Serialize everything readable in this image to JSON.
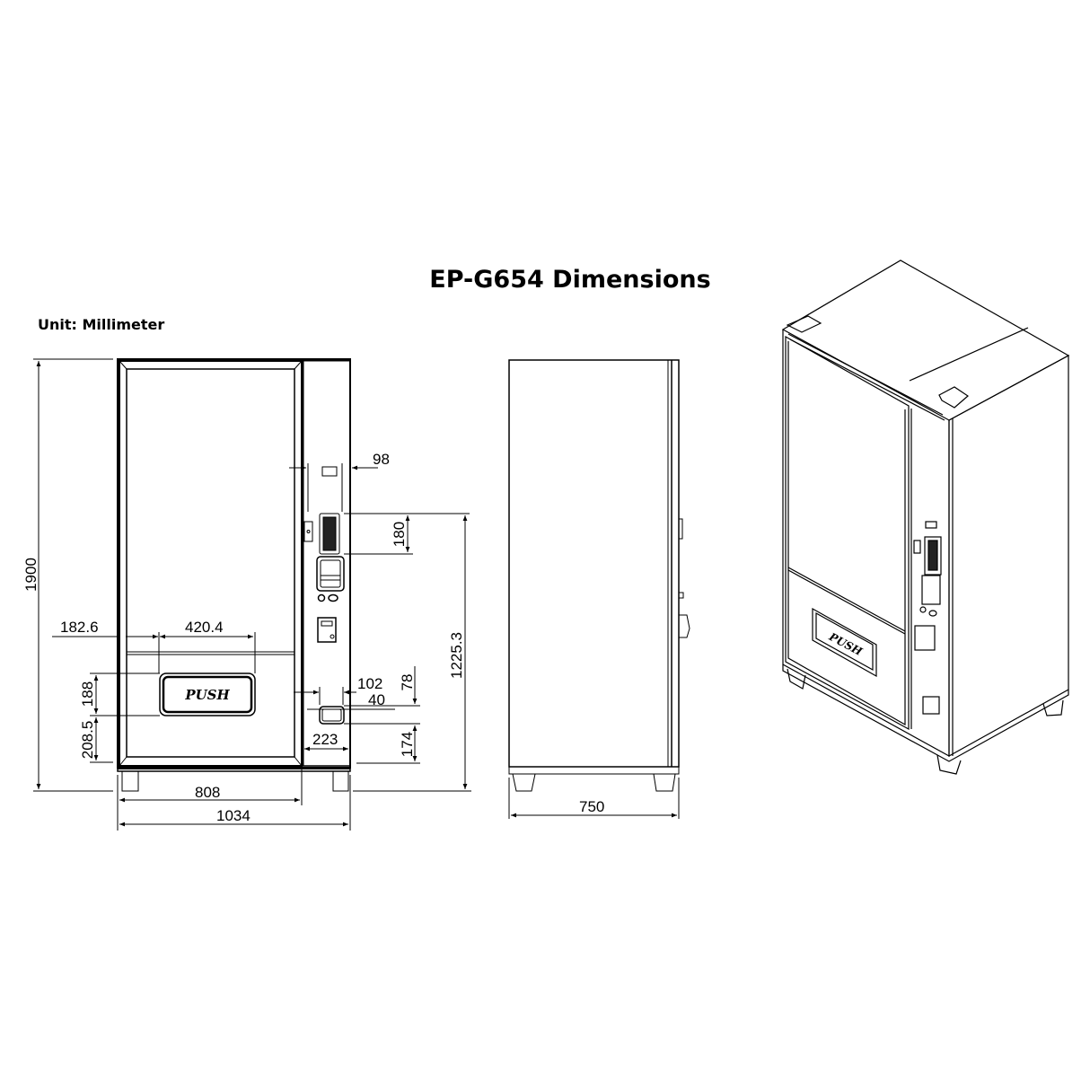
{
  "title": "EP-G654 Dimensions",
  "unit_label": "Unit: Millimeter",
  "front_view": {
    "push_label": "PUSH",
    "dimensions": {
      "height_total": "1900",
      "width_total": "1034",
      "door_width": "808",
      "panel_width": "98",
      "keypad_height": "180",
      "keypad_top_height": "1225.3",
      "push_left_offset": "182.6",
      "push_width": "420.4",
      "push_height": "188",
      "push_bottom_offset": "208.5",
      "coin_return_width": "102",
      "coin_return_inner": "40",
      "coin_return_top": "78",
      "coin_return_bottom": "174",
      "panel_bottom_width": "223"
    }
  },
  "side_view": {
    "dimensions": {
      "depth": "750"
    }
  },
  "iso_view": {
    "push_label": "PUSH"
  }
}
